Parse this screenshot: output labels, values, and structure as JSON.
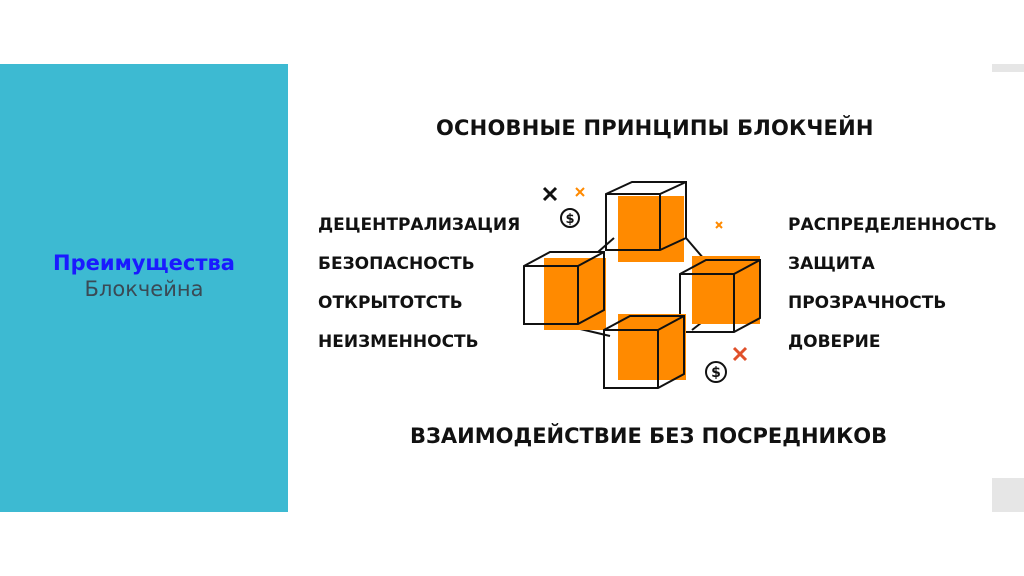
{
  "slide": {
    "title_main": "Преимущества",
    "title_sub": "Блокчейна"
  },
  "diagram": {
    "title": "ОСНОВНЫЕ ПРИНЦИПЫ БЛОКЧЕЙН",
    "footer": "ВЗАИМОДЕЙСТВИЕ БЕЗ ПОСРЕДНИКОВ",
    "left_items": [
      "ДЕЦЕНТРАЛИЗАЦИЯ",
      "БЕЗОПАСНОСТЬ",
      "ОТКРЫТОТСТЬ",
      "НЕИЗМЕННОСТЬ"
    ],
    "right_items": [
      "РАСПРЕДЕЛЕННОСТЬ",
      "ЗАЩИТА",
      "ПРОЗРАЧНОСТЬ",
      "ДОВЕРИЕ"
    ],
    "currency_symbol": "$",
    "colors": {
      "panel": "#3dbad2",
      "cube_fill": "#ff8a00",
      "title_main": "#1a1aff",
      "title_sub": "#3a4a55"
    }
  }
}
